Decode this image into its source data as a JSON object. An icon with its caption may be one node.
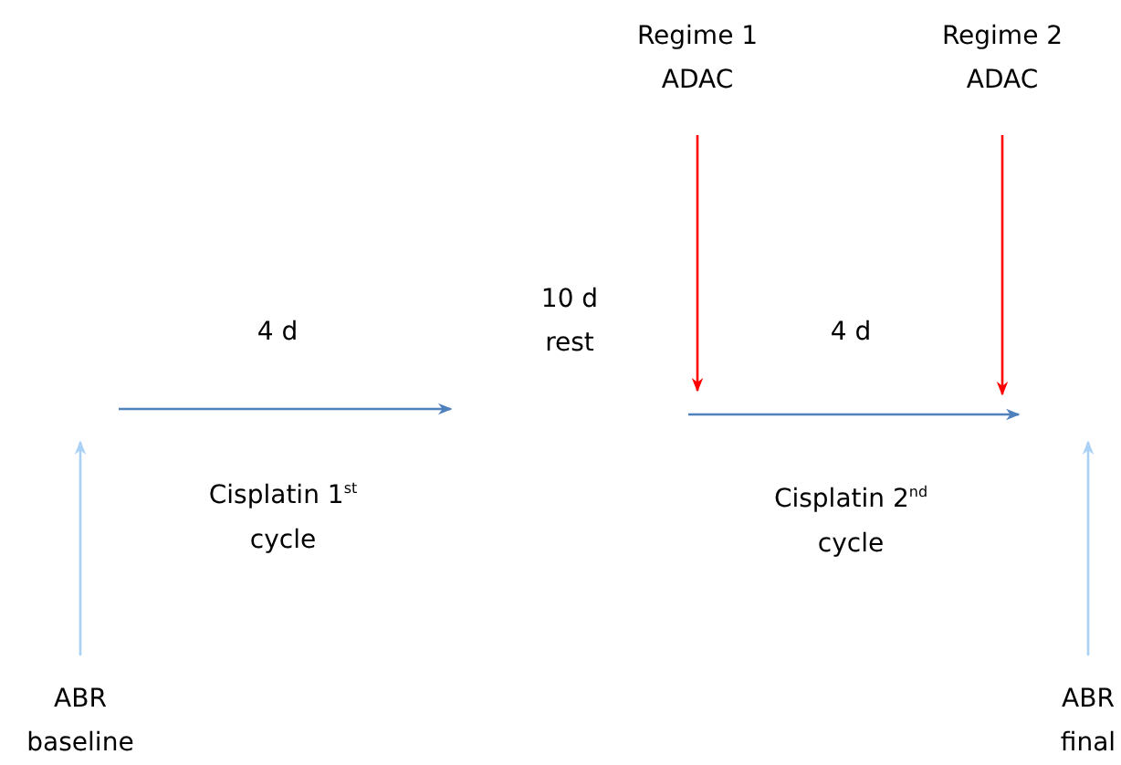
{
  "diagram": {
    "nodes": [
      {
        "text": [
          "Regime 1 ADAC"
        ]
      },
      {
        "text": [
          "Regime 2 ADAC"
        ]
      },
      {
        "text": [
          "ABR baseline"
        ]
      },
      {
        "text": [
          "ABR final"
        ]
      }
    ],
    "edges": [
      {
        "from": 0,
        "to": null,
        "arrow": "to",
        "color": "#ff0000"
      },
      {
        "from": 1,
        "to": null,
        "arrow": "to",
        "color": "#ff0000"
      },
      {
        "from": 2,
        "to": null,
        "arrow": "to",
        "color": "#a9d0f5"
      },
      {
        "from": 3,
        "to": null,
        "arrow": "to",
        "color": "#a9d0f5"
      }
    ],
    "labels": [
      "10 d rest",
      "4 d",
      "4 d",
      "Cisplatin 1$^{st}$ cycle",
      "Cisplatin 2$^{nd}$ cycle"
    ]
  }
}
